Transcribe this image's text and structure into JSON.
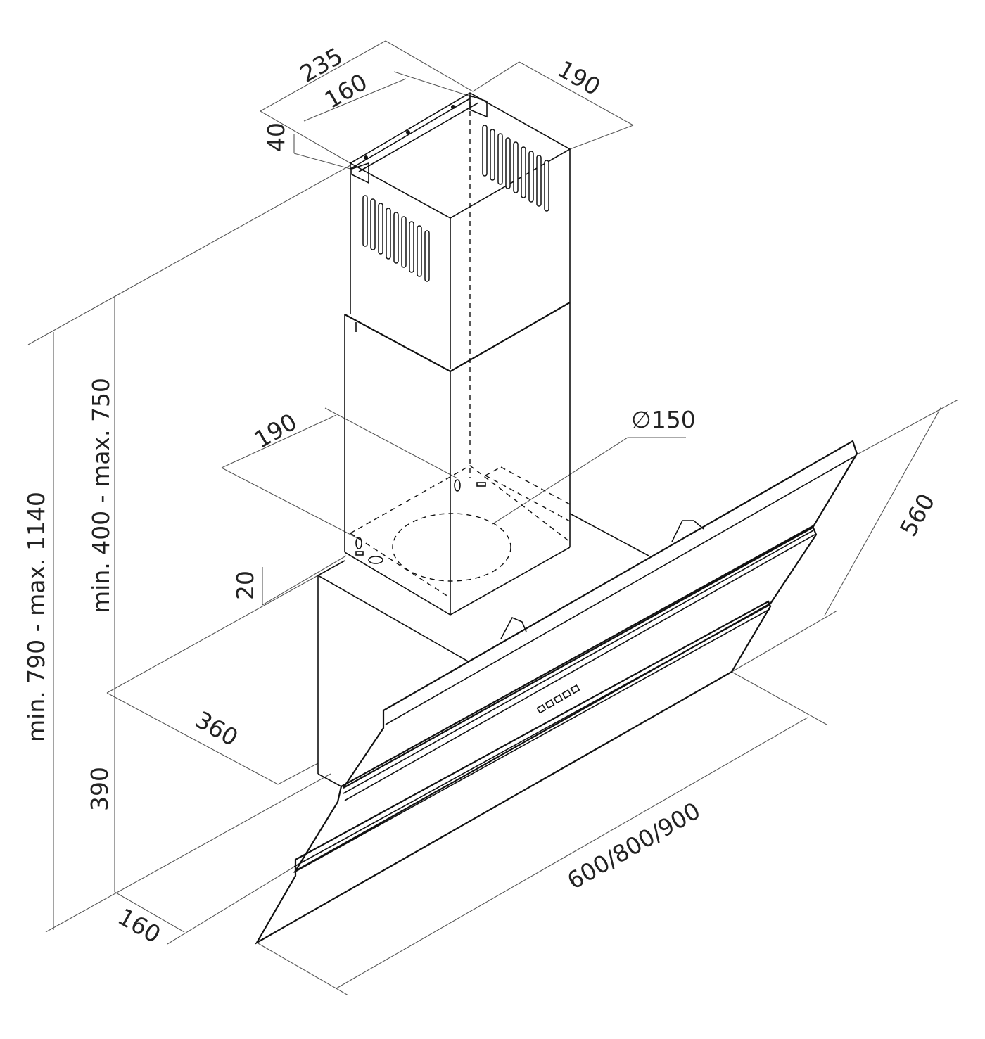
{
  "dimensions": {
    "chimney_top_width": "235",
    "bracket_width": "160",
    "bracket_height": "40",
    "chimney_depth_top": "190",
    "chimney_depth_bottom": "190",
    "outlet_diameter": "∅150",
    "chimney_height_range": "min. 400 - max. 750",
    "total_height_range": "min. 790 - max. 1140",
    "offset_20": "20",
    "body_depth": "360",
    "hood_height": "390",
    "base_depth": "160",
    "widths": "600/800/900",
    "hood_depth": "560"
  },
  "colors": {
    "line": "#111111",
    "dimension_line": "#555555",
    "background": "#ffffff"
  }
}
